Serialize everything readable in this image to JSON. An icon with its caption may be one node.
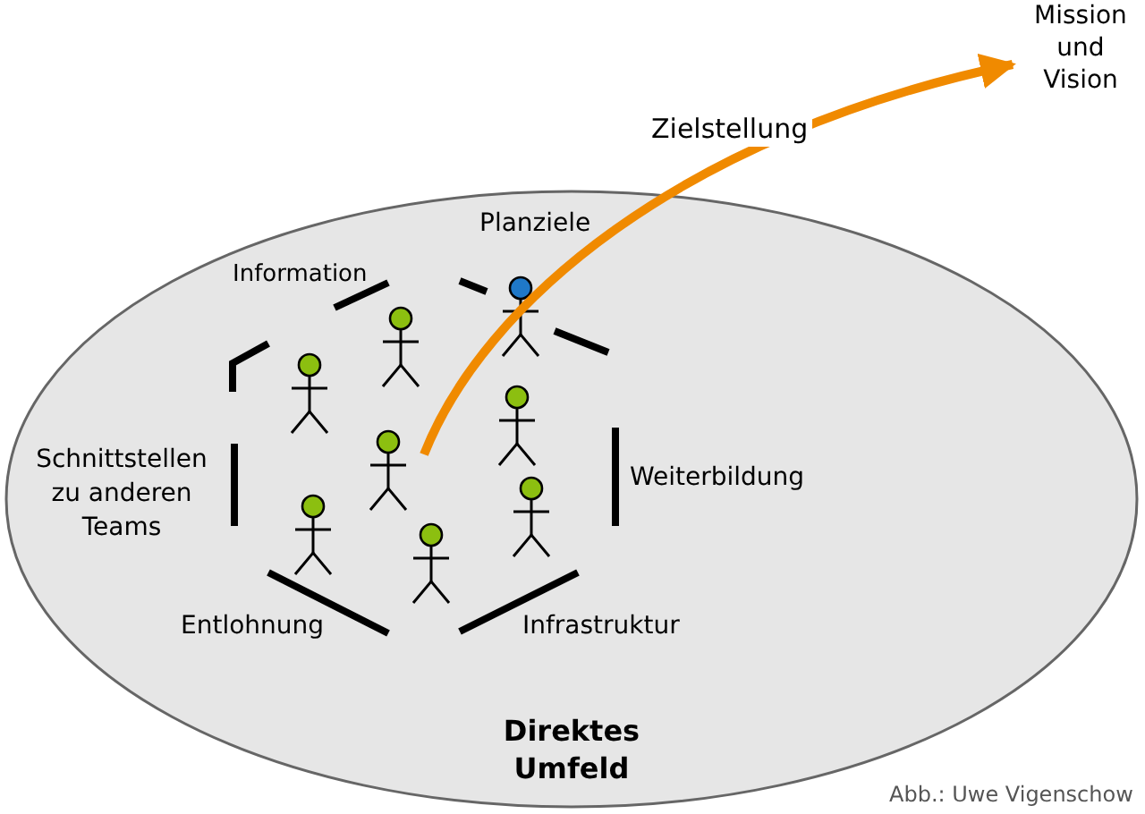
{
  "diagram": {
    "nodes": [
      {
        "text": [
          "Direktes Umfeld"
        ]
      },
      {
        "text": [
          "Mission und Vision"
        ]
      }
    ],
    "edges": [
      {
        "from": 0,
        "to": 1,
        "arrow": "to",
        "label": "Zielstellung",
        "color": "#f08a00"
      }
    ],
    "labels": [
      "Planziele",
      "Information",
      "Schnittstellen zu anderen Teams",
      "Weiterbildung",
      "Entlohnung",
      "Infrastruktur",
      "Abb.: Uwe Vigenschow"
    ]
  }
}
